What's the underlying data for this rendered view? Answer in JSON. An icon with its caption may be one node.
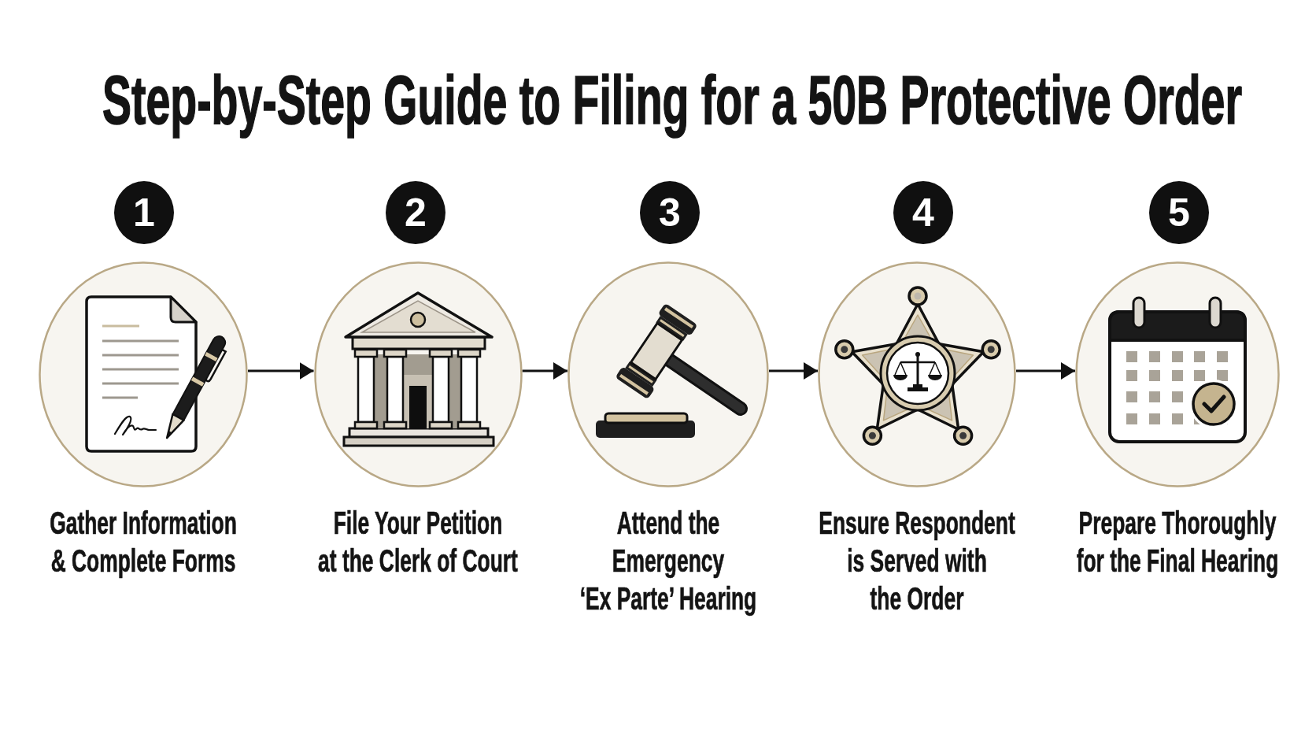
{
  "diagram": {
    "title": "Step-by-Step Guide to Filing for a 50B Protective Order",
    "nodes": [
      {
        "text": [
          "1"
        ]
      },
      {
        "text": [
          "Gather Information & Complete Forms"
        ]
      },
      {
        "text": [
          "2"
        ]
      },
      {
        "text": [
          "File Your Petition at the Clerk of Court"
        ]
      },
      {
        "text": [
          "3"
        ]
      },
      {
        "text": [
          "Attend the Emergency ‘Ex Parte’ Hearing"
        ]
      },
      {
        "text": [
          "4"
        ]
      },
      {
        "text": [
          "Ensure Respondent is Served with the Order"
        ]
      },
      {
        "text": [
          "5"
        ]
      },
      {
        "text": [
          "Prepare Thoroughly for the Final Hearing"
        ]
      }
    ],
    "edges": [
      {
        "from": 1,
        "to": 3,
        "arrow": "to"
      },
      {
        "from": 3,
        "to": 5,
        "arrow": "to"
      },
      {
        "from": 5,
        "to": 7,
        "arrow": "to"
      },
      {
        "from": 7,
        "to": 9,
        "arrow": "to"
      }
    ]
  }
}
